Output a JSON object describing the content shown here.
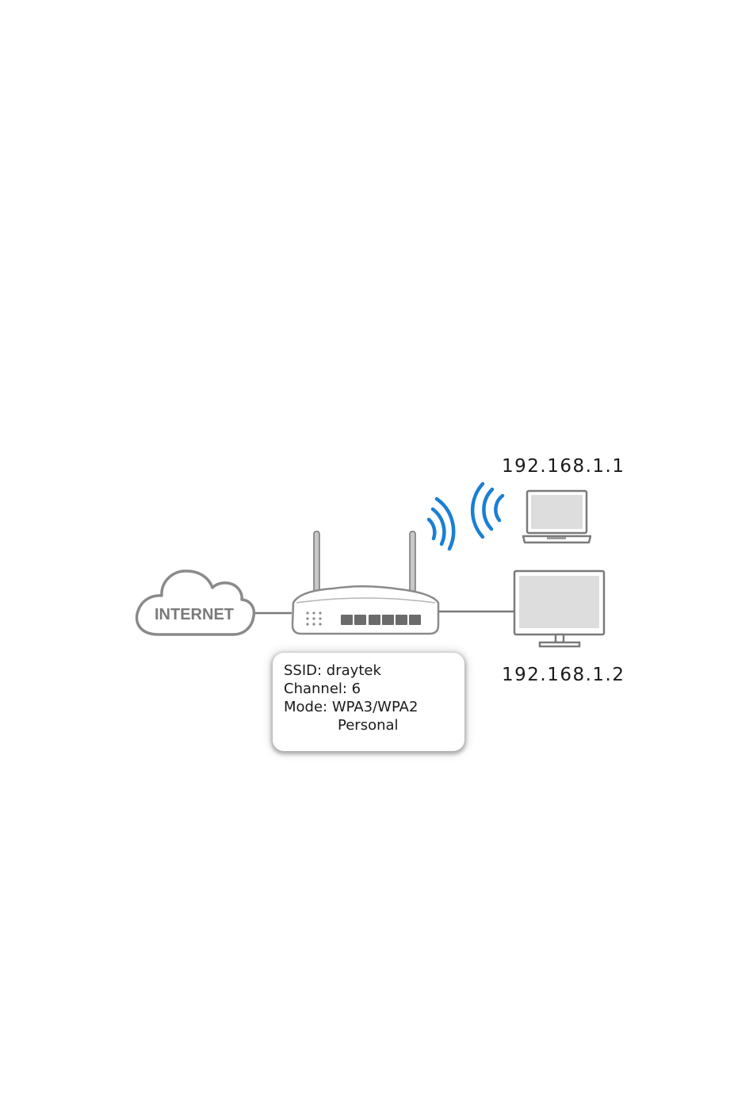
{
  "cloud": {
    "label": "INTERNET"
  },
  "devices": {
    "laptop": {
      "ip": "192.168.1.1"
    },
    "desktop": {
      "ip": "192.168.1.2"
    }
  },
  "info": {
    "ssid": "SSID: draytek",
    "channel": "Channel: 6",
    "mode": "Mode: WPA3/WPA2",
    "mode_cont": "Personal"
  },
  "colors": {
    "wifi": "#1a7fd4",
    "line": "#7a7a7a",
    "device_screen": "#dddddd",
    "port": "#6b6b6b"
  },
  "icons": [
    "cloud-icon",
    "router-icon",
    "wifi-signal-icon",
    "laptop-icon",
    "monitor-icon"
  ]
}
